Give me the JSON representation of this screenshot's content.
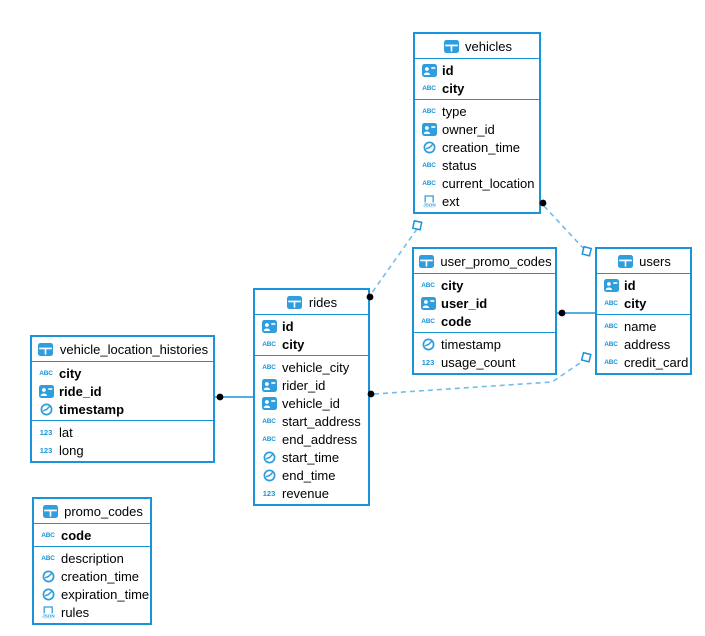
{
  "colors": {
    "table_border": "#1a94d8",
    "icon_blue": "#2f9ede",
    "dashed_line": "#74bce9",
    "solid_line": "#1a94d8",
    "endpoint_dot": "#000000",
    "text": "#000000"
  },
  "tables": [
    {
      "id": "vehicles",
      "name": "vehicles",
      "primary_fields": [
        {
          "icon": "id-badge-icon",
          "name": "id"
        },
        {
          "icon": "text-type-icon",
          "name": "city"
        }
      ],
      "fields": [
        {
          "icon": "text-type-icon",
          "name": "type"
        },
        {
          "icon": "id-badge-icon",
          "name": "owner_id"
        },
        {
          "icon": "time-icon",
          "name": "creation_time"
        },
        {
          "icon": "text-type-icon",
          "name": "status"
        },
        {
          "icon": "text-type-icon",
          "name": "current_location"
        },
        {
          "icon": "json-icon",
          "name": "ext"
        }
      ]
    },
    {
      "id": "user_promo_codes",
      "name": "user_promo_codes",
      "primary_fields": [
        {
          "icon": "text-type-icon",
          "name": "city"
        },
        {
          "icon": "id-badge-icon",
          "name": "user_id"
        },
        {
          "icon": "text-type-icon",
          "name": "code"
        }
      ],
      "fields": [
        {
          "icon": "time-icon",
          "name": "timestamp"
        },
        {
          "icon": "number-icon",
          "name": "usage_count"
        }
      ]
    },
    {
      "id": "users",
      "name": "users",
      "primary_fields": [
        {
          "icon": "id-badge-icon",
          "name": "id"
        },
        {
          "icon": "text-type-icon",
          "name": "city"
        }
      ],
      "fields": [
        {
          "icon": "text-type-icon",
          "name": "name"
        },
        {
          "icon": "text-type-icon",
          "name": "address"
        },
        {
          "icon": "text-type-icon",
          "name": "credit_card"
        }
      ]
    },
    {
      "id": "rides",
      "name": "rides",
      "primary_fields": [
        {
          "icon": "id-badge-icon",
          "name": "id"
        },
        {
          "icon": "text-type-icon",
          "name": "city"
        }
      ],
      "fields": [
        {
          "icon": "text-type-icon",
          "name": "vehicle_city"
        },
        {
          "icon": "id-badge-icon",
          "name": "rider_id"
        },
        {
          "icon": "id-badge-icon",
          "name": "vehicle_id"
        },
        {
          "icon": "text-type-icon",
          "name": "start_address"
        },
        {
          "icon": "text-type-icon",
          "name": "end_address"
        },
        {
          "icon": "time-icon",
          "name": "start_time"
        },
        {
          "icon": "time-icon",
          "name": "end_time"
        },
        {
          "icon": "number-icon",
          "name": "revenue"
        }
      ]
    },
    {
      "id": "vehicle_location_histories",
      "name": "vehicle_location_histories",
      "primary_fields": [
        {
          "icon": "text-type-icon",
          "name": "city"
        },
        {
          "icon": "id-badge-icon",
          "name": "ride_id"
        },
        {
          "icon": "time-icon",
          "name": "timestamp"
        }
      ],
      "fields": [
        {
          "icon": "number-icon",
          "name": "lat"
        },
        {
          "icon": "number-icon",
          "name": "long"
        }
      ]
    },
    {
      "id": "promo_codes",
      "name": "promo_codes",
      "primary_fields": [
        {
          "icon": "text-type-icon",
          "name": "code"
        }
      ],
      "fields": [
        {
          "icon": "text-type-icon",
          "name": "description"
        },
        {
          "icon": "time-icon",
          "name": "creation_time"
        },
        {
          "icon": "time-icon",
          "name": "expiration_time"
        },
        {
          "icon": "json-icon",
          "name": "rules"
        }
      ]
    }
  ],
  "relations": [
    {
      "from": "vehicles",
      "to": "users",
      "style": "dashed"
    },
    {
      "from": "rides",
      "to": "vehicles",
      "style": "dashed"
    },
    {
      "from": "rides",
      "to": "users",
      "style": "dashed"
    },
    {
      "from": "user_promo_codes",
      "to": "users",
      "style": "solid"
    },
    {
      "from": "vehicle_location_histories",
      "to": "rides",
      "style": "solid"
    }
  ]
}
